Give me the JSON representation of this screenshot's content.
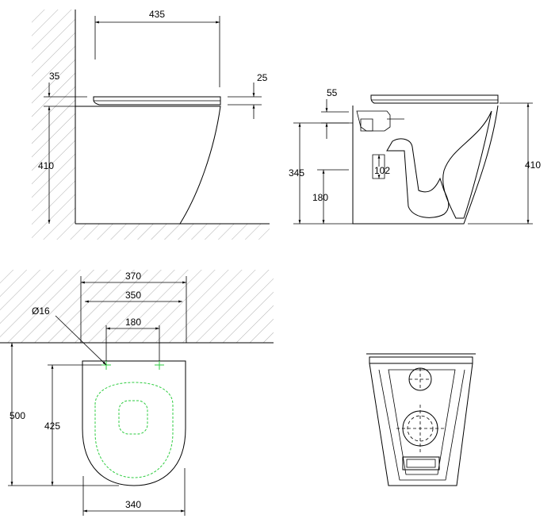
{
  "side_view": {
    "width_dim": "435",
    "seat_offset_dim": "35",
    "height_dim": "410",
    "lid_thickness_dim": "25"
  },
  "section_view": {
    "outlet_dim": "55",
    "outlet_height_dim": "345",
    "pipe_dim": "102",
    "bottom_outlet_dim": "180",
    "height_dim": "410"
  },
  "plan_view": {
    "overall_width_dim": "370",
    "inner_width_dim": "350",
    "hole_diameter_dim": "Ø16",
    "hole_spacing_dim": "180",
    "depth_dim": "500",
    "inner_depth_dim": "425",
    "base_width_dim": "340"
  },
  "colors": {
    "line": "#000000",
    "hatch": "#9a9a9a",
    "highlight": "#2ecc40"
  }
}
